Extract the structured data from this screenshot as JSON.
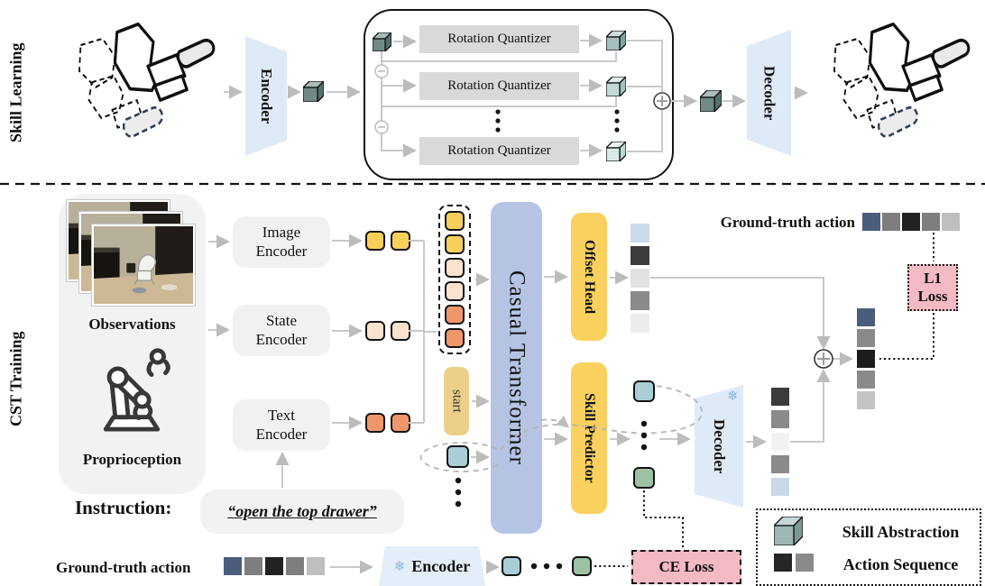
{
  "skill_learning": {
    "section_label": "Skill Learning",
    "encoder_label": "Encoder",
    "decoder_label": "Decoder",
    "rotation_quantizer_label": "Rotation Quantizer"
  },
  "cst": {
    "section_label": "CST Training",
    "observations_label": "Observations",
    "proprioception_label": "Proprioception",
    "instruction_label": "Instruction:",
    "instruction_text": "“open the top drawer”",
    "image_encoder_label": "Image Encoder",
    "state_encoder_label": "State Encoder",
    "text_encoder_label": "Text Encoder",
    "start_token": "start",
    "transformer_label": "Casual Transformer",
    "offset_head_label": "Offset Head",
    "skill_predictor_label": "Skill Predictor",
    "decoder_label": "Decoder",
    "frozen_encoder_label": "Encoder",
    "ground_truth_top_label": "Ground-truth action",
    "ground_truth_bottom_label": "Ground-truth action",
    "l1_loss_label": "L1 Loss",
    "ce_loss_label": "CE Loss",
    "legend": {
      "skill_abstraction": "Skill Abstraction",
      "action_sequence": "Action Sequence"
    }
  },
  "icons": {
    "snowflake": "❄"
  },
  "colors": {
    "encoder_fill": "#dfeaf7",
    "frozen_encoder_fill": "#e3eef8",
    "transformer_fill": "#b6c4e4",
    "head_fill": "#fad15f",
    "start_token_fill": "#ecd089",
    "loss_fill": "#f4bac4",
    "quantizer_fill": "#d9d9d9",
    "panel_fill": "#f2f2f2",
    "skill_token_teal": "#a9ced6",
    "skill_token_green": "#9cc2a2",
    "arrow_gray": "#c9c9c9"
  },
  "sequences": {
    "ground_truth_action": [
      "#4a5d7d",
      "#7e7e7e",
      "#222222",
      "#7e7e7e",
      "#bfbfbf"
    ],
    "ground_truth_action_bottom": [
      "#4a5d7d",
      "#7e7e7e",
      "#222222",
      "#7e7e7e",
      "#bfbfbf"
    ],
    "offset_head_output": [
      "#ccdbe9",
      "#3c3c3c",
      "#e2e2e2",
      "#8a8a8a",
      "#ececec"
    ],
    "decoder_output": [
      "#3c3c3c",
      "#8a8a8a",
      "#f2f2f2",
      "#8a8a8a",
      "#c9d9e8"
    ],
    "predicted_action": [
      "#4a5d7d",
      "#8a8a8a",
      "#1c1c1c",
      "#8a8a8a",
      "#c4c4c4"
    ],
    "token_stack": [
      "#f7cf5a",
      "#f7cf5a",
      "#fbe2cf",
      "#fbe2cf",
      "#ef976a",
      "#ef976a"
    ],
    "image_tokens": [
      "#f7cf5a",
      "#f7cf5a"
    ],
    "state_tokens": [
      "#fbe2cf",
      "#fbe2cf"
    ],
    "text_tokens": [
      "#ef976a",
      "#ef976a"
    ],
    "legend_action_squares": [
      "#262626",
      "#8a8a8a"
    ]
  },
  "cubes": {
    "dark": {
      "top": "#a9bdba",
      "front": "#6f8a87",
      "side": "#546f6c"
    },
    "q1": {
      "top": "#cfdedd",
      "front": "#a3c0be",
      "side": "#84a3a0"
    },
    "q2": {
      "top": "#e0ecea",
      "front": "#c2d9d7",
      "side": "#a3c2bf"
    },
    "q3": {
      "top": "#edf6f5",
      "front": "#d8eae8",
      "side": "#bcd8d5"
    },
    "legend": {
      "top": "#c6d6d4",
      "front": "#9db8b5",
      "side": "#7d9996"
    }
  }
}
